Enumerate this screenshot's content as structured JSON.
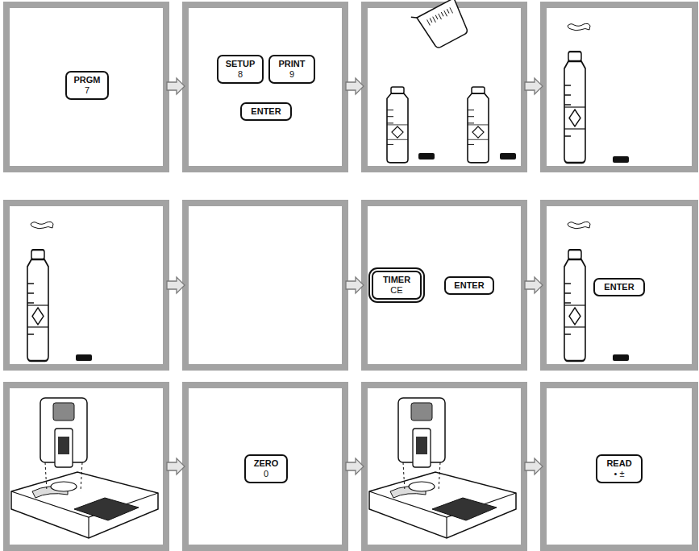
{
  "diagram": {
    "nodes": [
      {
        "text": [
          "PRGM",
          "7"
        ]
      },
      {
        "text": [
          "SETUP",
          "8"
        ]
      },
      {
        "text": [
          "PRINT",
          "9"
        ]
      },
      {
        "text": [
          "ENTER"
        ]
      },
      {
        "text": [
          "TIMER",
          "CE"
        ]
      },
      {
        "text": [
          "ENTER"
        ]
      },
      {
        "text": [
          "ENTER"
        ]
      },
      {
        "text": [
          "ZERO",
          "0"
        ]
      },
      {
        "text": [
          "READ",
          "• ±"
        ]
      }
    ]
  }
}
